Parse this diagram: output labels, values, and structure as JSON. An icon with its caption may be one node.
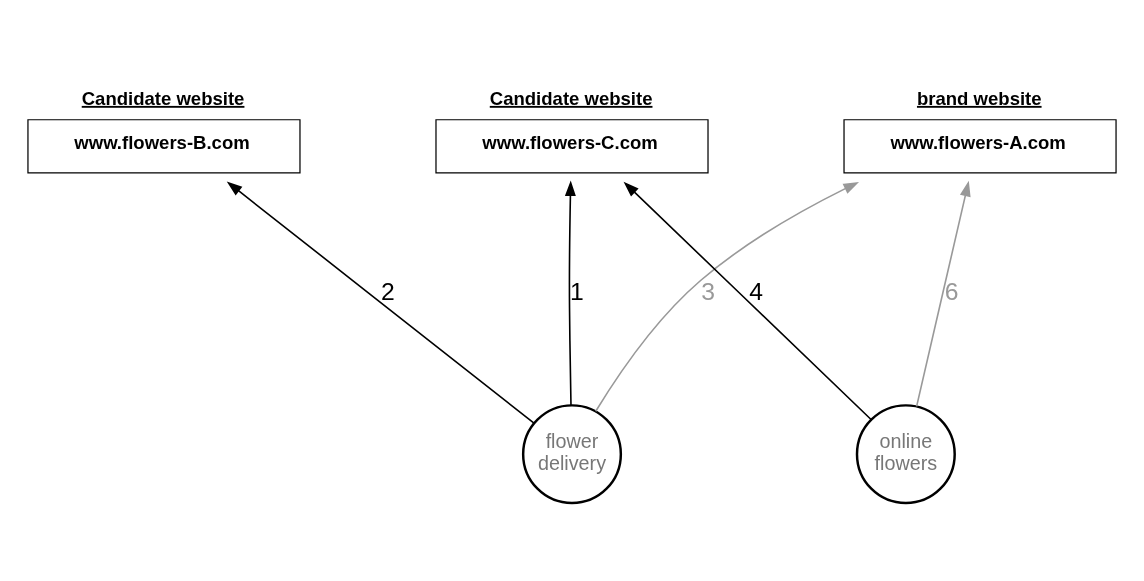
{
  "diagram": {
    "nodes": [
      {
        "text": [
          "brand website",
          "www.flowers-A.com"
        ]
      },
      {
        "text": [
          "Candidate website",
          "www.flowers-B.com"
        ]
      },
      {
        "text": [
          "Candidate website",
          "www.flowers-C.com"
        ]
      },
      {
        "text": [
          "flower delivery"
        ]
      },
      {
        "text": [
          "online flowers"
        ]
      }
    ],
    "edges": [
      {
        "from": 3,
        "to": 0,
        "arrow": "to",
        "label": "3",
        "color": "#999999"
      },
      {
        "from": 3,
        "to": 1,
        "arrow": "to",
        "label": "2"
      },
      {
        "from": 3,
        "to": 2,
        "arrow": "to",
        "label": "1"
      },
      {
        "from": 4,
        "to": 0,
        "arrow": "to",
        "label": "6",
        "color": "#999999"
      },
      {
        "from": 4,
        "to": 2,
        "arrow": "to",
        "label": "4"
      }
    ]
  }
}
